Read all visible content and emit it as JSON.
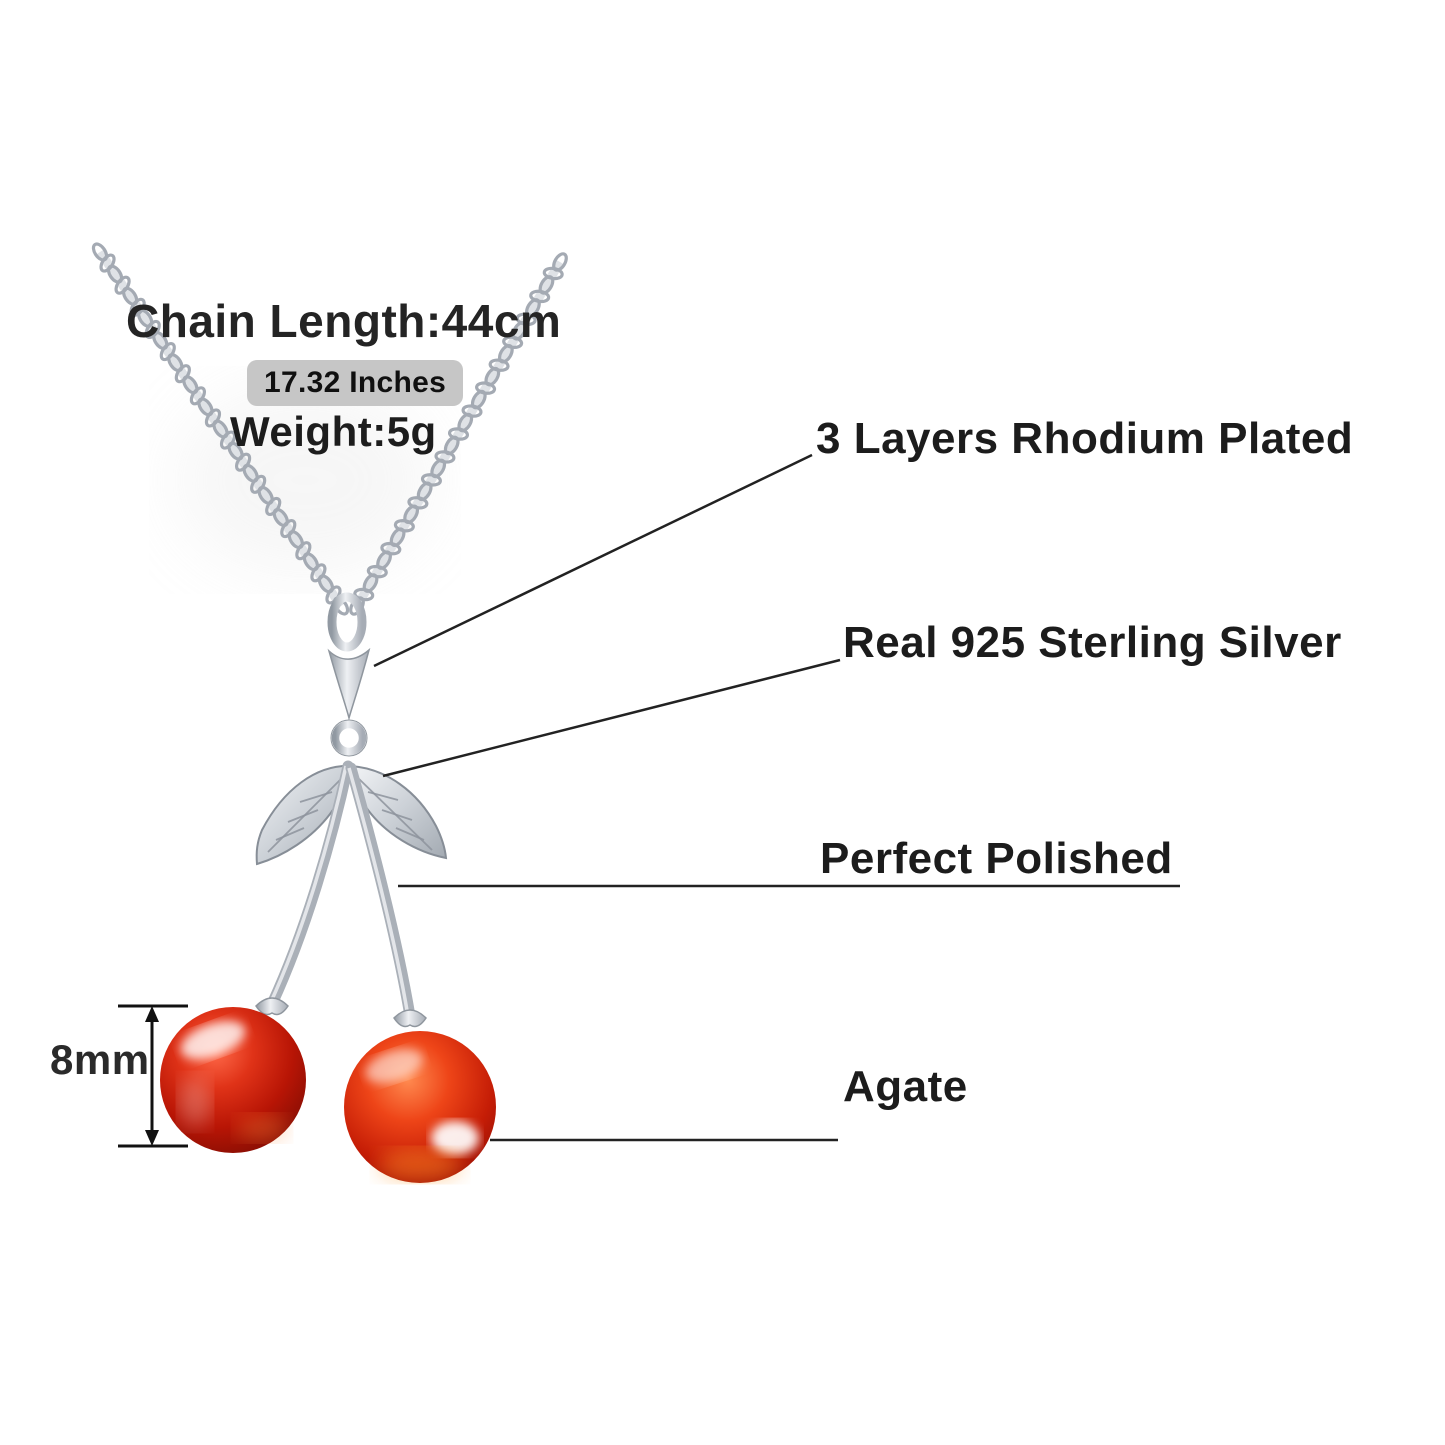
{
  "product": {
    "chain_length": "Chain Length:44cm",
    "inches_badge": "17.32 Inches",
    "weight": "Weight:5g",
    "bead_size": "8mm"
  },
  "callouts": [
    {
      "label": "3 Layers Rhodium Plated"
    },
    {
      "label": "Real 925 Sterling Silver"
    },
    {
      "label": "Perfect Polished"
    },
    {
      "label": "Agate"
    }
  ],
  "colors": {
    "text": "#1d1d1d",
    "badge_background": "#c6c6c6",
    "cherry_red": "#c21807",
    "cherry_orange": "#ff9a2a",
    "silver": "#b9bfc6",
    "callout_line": "#222222"
  }
}
